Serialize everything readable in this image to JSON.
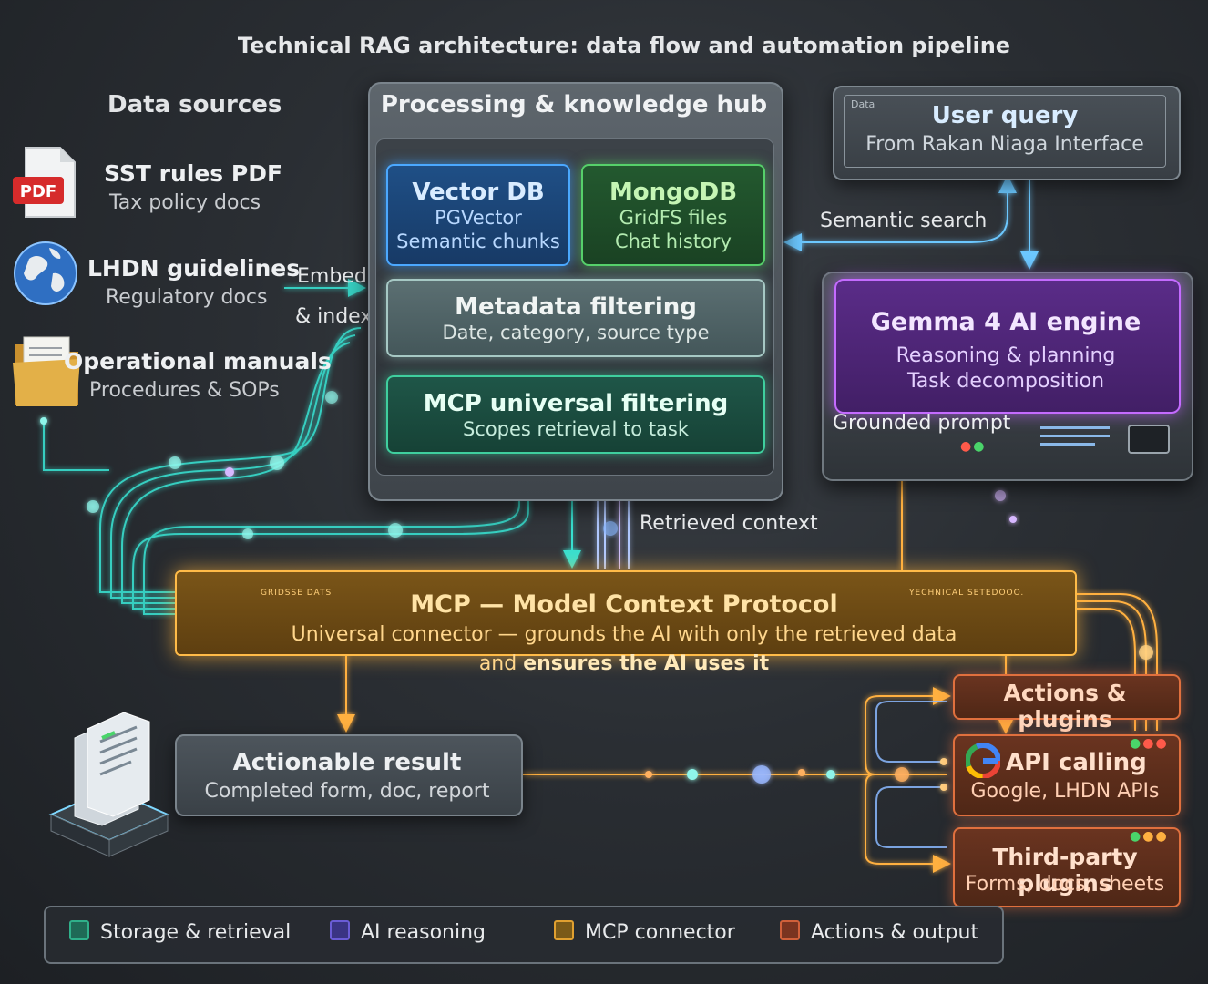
{
  "title": "Technical RAG architecture: data flow and automation pipeline",
  "data_sources": {
    "heading": "Data sources",
    "items": [
      {
        "title": "SST rules PDF",
        "subtitle": "Tax policy docs",
        "icon": "pdf-file-icon",
        "icon_text": "PDF"
      },
      {
        "title": "LHDN guidelines",
        "subtitle": "Regulatory docs",
        "icon": "globe-icon"
      },
      {
        "title": "Operational manuals",
        "subtitle": "Procedures & SOPs",
        "icon": "folder-icon"
      }
    ],
    "embed_label_1": "Embed",
    "embed_label_2": "& index"
  },
  "hub": {
    "title": "Processing & knowledge hub",
    "vector_db": {
      "title": "Vector DB",
      "line1": "PGVector",
      "line2": "Semantic chunks"
    },
    "mongodb": {
      "title": "MongoDB",
      "line1": "GridFS files",
      "line2": "Chat history"
    },
    "metadata": {
      "title": "Metadata filtering",
      "line1": "Date, category, source type"
    },
    "mcp_filtering": {
      "title": "MCP universal filtering",
      "line1": "Scopes retrieval to task"
    }
  },
  "user_query": {
    "tag": "Data",
    "title": "User query",
    "subtitle": "From Rakan Niaga Interface"
  },
  "semantic_search": "Semantic search",
  "gemma": {
    "title": "Gemma 4 AI engine",
    "line1": "Reasoning & planning",
    "line2": "Task decomposition"
  },
  "grounded_prompt": "Grounded prompt",
  "retrieved_context": "Retrieved context",
  "mcp": {
    "title": "MCP — Model Context Protocol",
    "line1": "Universal connector — grounds the AI with only the retrieved data",
    "line2_pre": "and ",
    "line2_bold": "ensures the AI uses it",
    "tiny_left": "GRIDSSE DATS",
    "tiny_right": "YECHNICAL SETEDOOO."
  },
  "result": {
    "title": "Actionable result",
    "subtitle": "Completed form, doc, report"
  },
  "actions": {
    "title": "Actions & plugins",
    "api": {
      "title": "API calling",
      "subtitle": "Google, LHDN APIs",
      "icon_text": "G"
    },
    "third": {
      "title": "Third-party plugins",
      "subtitle": "Forms, docs, sheets"
    }
  },
  "legend": [
    {
      "label": "Storage & retrieval",
      "color": "#2fb08a"
    },
    {
      "label": "AI reasoning",
      "color": "#6a5cd6"
    },
    {
      "label": "MCP connector",
      "color": "#e0a030"
    },
    {
      "label": "Actions & output",
      "color": "#d0603a"
    }
  ],
  "colors": {
    "storage": "#3fcf9e",
    "vector": "#4ba8ff",
    "mongo": "#56d06a",
    "ai": "#c46bff",
    "mcp": "#ffbb48",
    "actions": "#e0703e",
    "wire_cyan": "#38e0d0"
  }
}
